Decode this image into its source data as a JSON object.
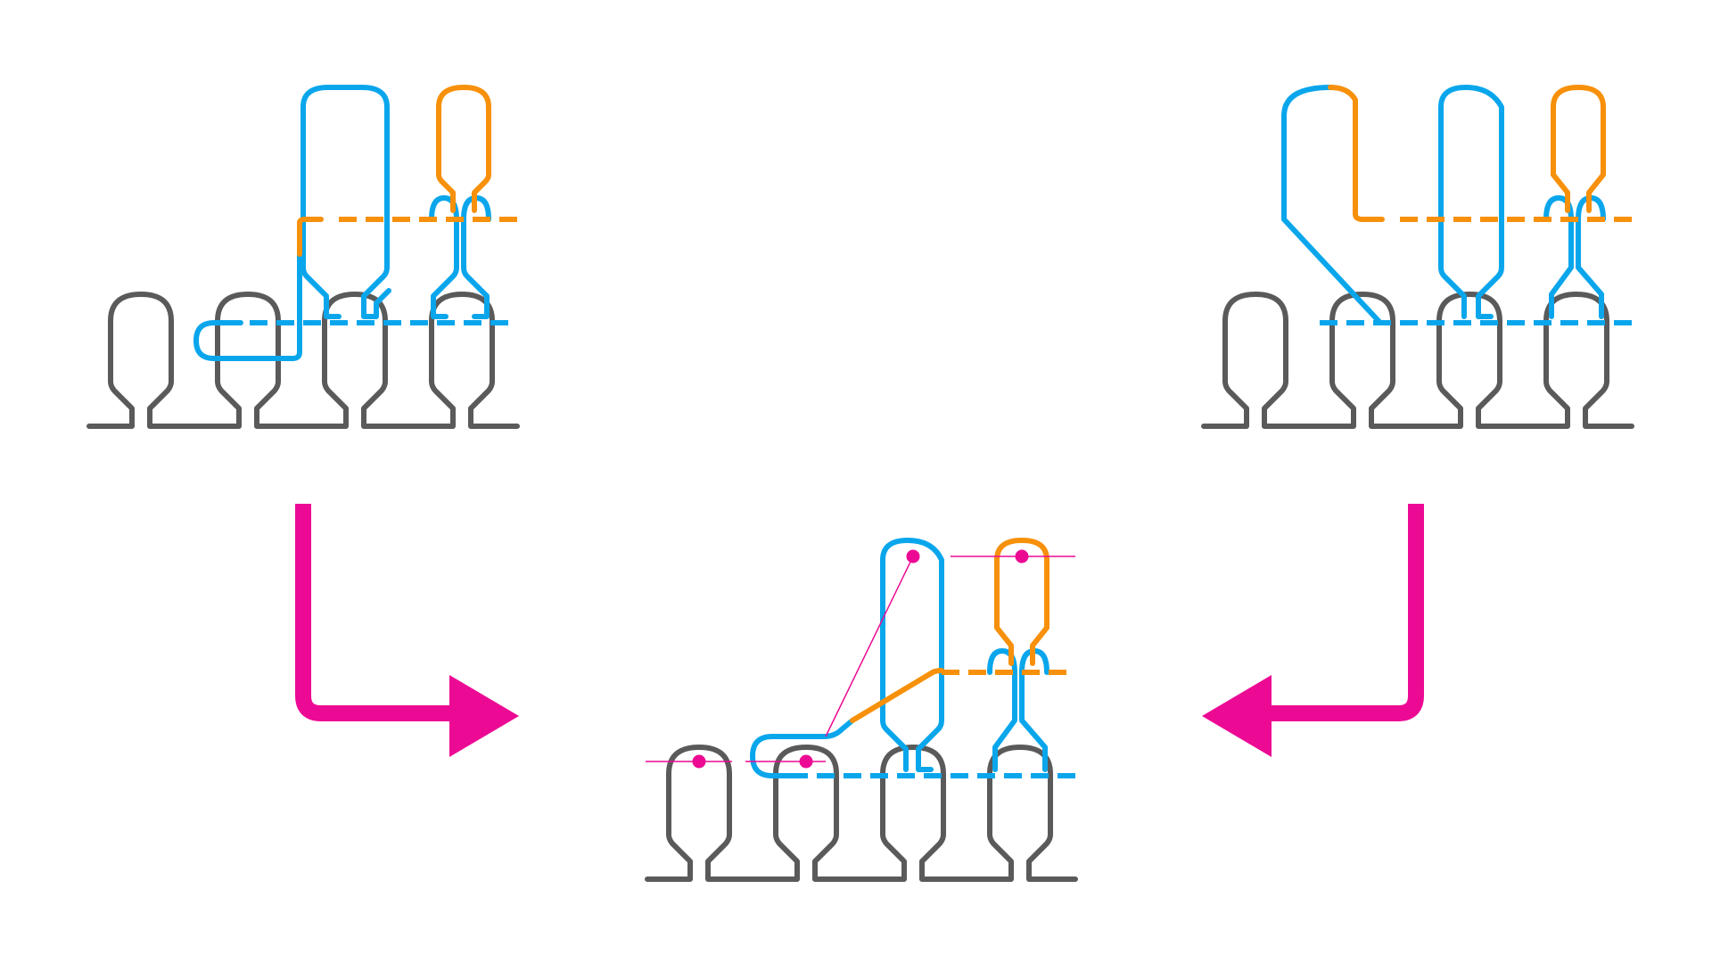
{
  "colors": {
    "background": "#ffffff",
    "base_yarn": "#5a5a5a",
    "blue_yarn": "#0aa6ec",
    "orange_yarn": "#f7900a",
    "arrow": "#ec0a94",
    "marker": "#ec0a94"
  },
  "panels": {
    "top_left": {
      "name": "stitch-diagram-top-left",
      "description_visible": false
    },
    "top_right": {
      "name": "stitch-diagram-top-right",
      "description_visible": false
    },
    "bottom_center": {
      "name": "stitch-diagram-result",
      "description_visible": false
    }
  },
  "arrows": {
    "left": {
      "name": "arrow-left-to-result",
      "direction": "down-then-right"
    },
    "right": {
      "name": "arrow-right-to-result",
      "direction": "down-then-left"
    }
  }
}
